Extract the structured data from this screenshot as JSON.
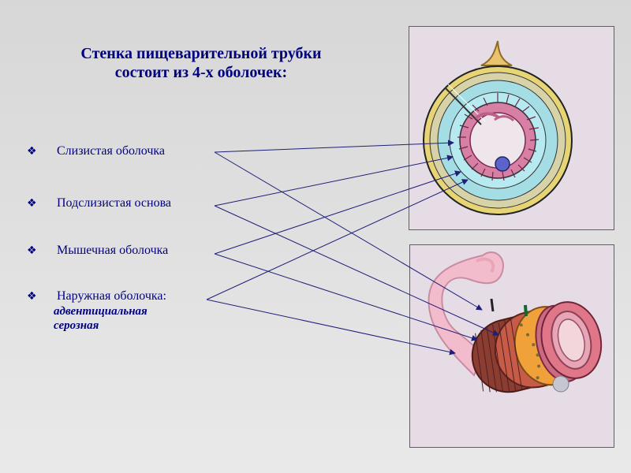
{
  "title": {
    "line1": "Стенка пищеварительной трубки",
    "line2": "состоит из 4-х оболочек:"
  },
  "bullets": [
    {
      "icon": "diamond-bullet-icon",
      "label": "Слизистая оболочка"
    },
    {
      "icon": "diamond-bullet-icon",
      "label": "Подслизистая основа"
    },
    {
      "icon": "diamond-bullet-icon",
      "label": "Мышечная оболочка"
    },
    {
      "icon": "diamond-bullet-icon",
      "label": "Наружная оболочка:",
      "subitems": [
        "адвентициальная",
        "серозная"
      ]
    }
  ],
  "colors": {
    "text": "#000080",
    "arrow": "#1f1f78",
    "figure_background": "#e5dce6",
    "mucosa": "#d985a6",
    "submucosa": "#9ed7e0",
    "muscle": "#d8c466",
    "serosa": "#e6a93b"
  }
}
